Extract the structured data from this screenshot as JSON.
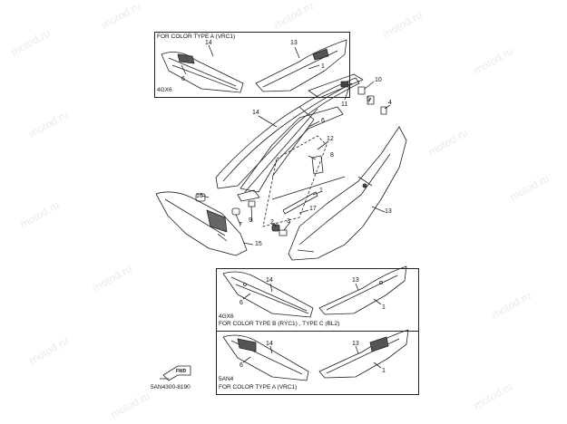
{
  "watermark_text": "motod.ru",
  "panel_top": {
    "title": "FOR COLOR TYPE A (VRC1)",
    "model": "4GX6",
    "callouts": [
      "14",
      "6",
      "13",
      "1"
    ]
  },
  "panel_mid": {
    "model": "4GX6",
    "title": "FOR COLOR  TYPE B (RYC1) , TYPE C (BL2)",
    "callouts": [
      "14",
      "6",
      "13",
      "1"
    ]
  },
  "panel_bottom": {
    "model": "5AN4",
    "title": "FOR COLOR TYPE A (VRC1)",
    "callouts": [
      "14",
      "6",
      "13",
      "1"
    ]
  },
  "main_callouts": {
    "n10": "10",
    "n11": "11",
    "n5": "5",
    "n4": "4",
    "n14": "14",
    "n6": "6",
    "n12": "12",
    "n8": "8",
    "n1": "1",
    "n13": "13",
    "n16": "16",
    "n7": "7",
    "n9": "9",
    "n17": "17",
    "n2": "2",
    "n3": "3",
    "n15": "15"
  },
  "fwd_label": "FWD",
  "part_code": "5AN4300-8190",
  "colors": {
    "line": "#222222",
    "watermark": "#e6e6e6"
  }
}
